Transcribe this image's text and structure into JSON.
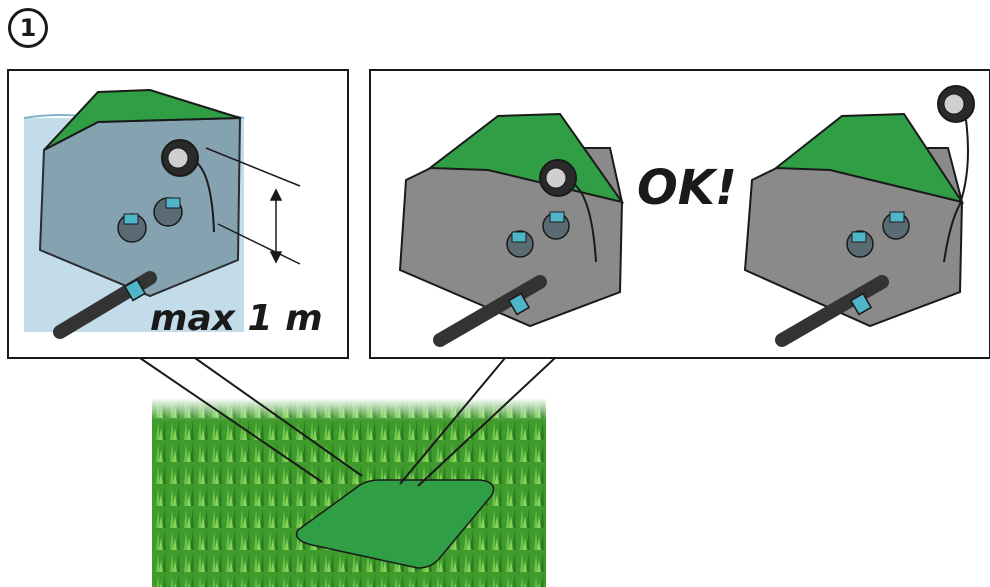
{
  "step": {
    "number": "1"
  },
  "panel_left": {
    "label": "max 1 m"
  },
  "panel_right": {
    "label": "OK!"
  },
  "colors": {
    "lid_green": "#2f9e44",
    "box_gray": "#8a8a8a",
    "water_blue": "#b9d6e6",
    "grass_green": "#3f9b2c",
    "valve_blue": "#4fb6c9"
  }
}
